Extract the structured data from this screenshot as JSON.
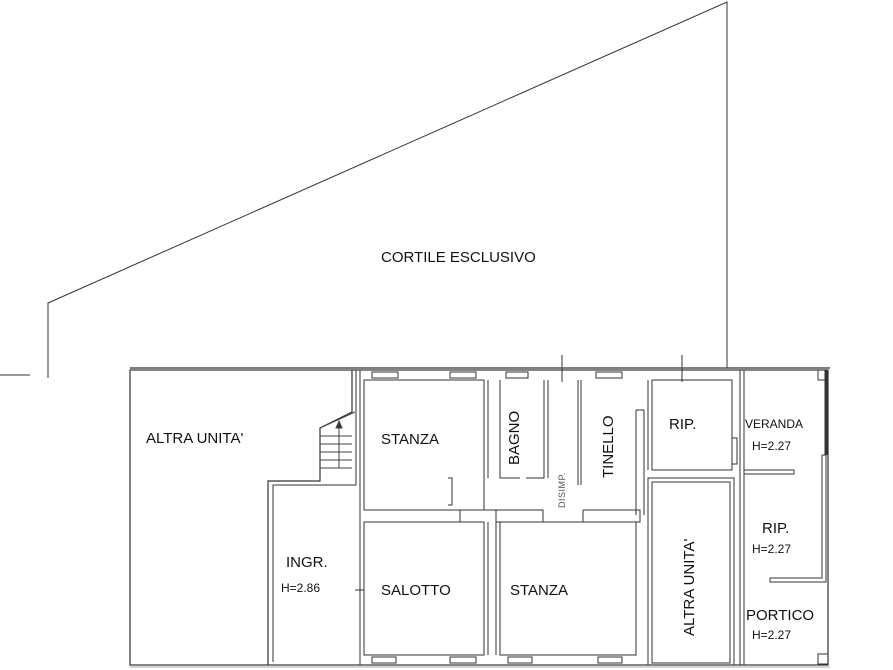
{
  "plan": {
    "courtyard_label": "CORTILE ESCLUSIVO",
    "rooms": [
      {
        "id": "altra-unita-left",
        "label": "ALTRA UNITA'"
      },
      {
        "id": "stanza-top",
        "label": "STANZA"
      },
      {
        "id": "bagno",
        "label": "BAGNO"
      },
      {
        "id": "disimp",
        "label": "DISIMP."
      },
      {
        "id": "tinello",
        "label": "TINELLO"
      },
      {
        "id": "rip-top",
        "label": "RIP."
      },
      {
        "id": "veranda",
        "label": "VERANDA",
        "height": "H=2.27"
      },
      {
        "id": "ingr",
        "label": "INGR.",
        "height": "H=2.86"
      },
      {
        "id": "salotto",
        "label": "SALOTTO"
      },
      {
        "id": "stanza-bottom",
        "label": "STANZA"
      },
      {
        "id": "altra-unita-right",
        "label": "ALTRA UNITA'"
      },
      {
        "id": "rip-right",
        "label": "RIP.",
        "height": "H=2.27"
      },
      {
        "id": "portico",
        "label": "PORTICO",
        "height": "H=2.27"
      }
    ],
    "colors": {
      "line": "#333333",
      "background": "#ffffff",
      "text": "#111111"
    }
  }
}
